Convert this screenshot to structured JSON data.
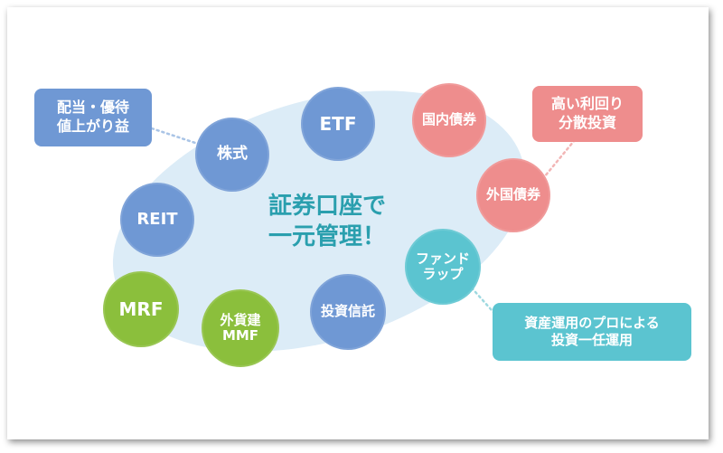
{
  "center_text": "証券口座で\n一元管理！",
  "circles": {
    "kabushiki": "株式",
    "etf": "ETF",
    "kokunai_saiken": "国内債券",
    "gaikoku_saiken": "外国債券",
    "reit": "REIT",
    "fund_wrap": "ファンド\nラップ",
    "mrf": "MRF",
    "gaikadate_mmf": "外貨建\nMMF",
    "toushi_shintaku": "投資信託"
  },
  "callouts": {
    "dividend": "配当・優待\n値上がり益",
    "high_yield": "高い利回り\n分散投資",
    "discretionary": "資産運用のプロによる\n投資一任運用"
  },
  "colors": {
    "blue": "#6f98d4",
    "pink": "#ee8d8d",
    "cyan": "#5bc4d0",
    "green": "#8bbf3c",
    "blob": "#dcecf7",
    "center_text": "#2a9fae"
  }
}
